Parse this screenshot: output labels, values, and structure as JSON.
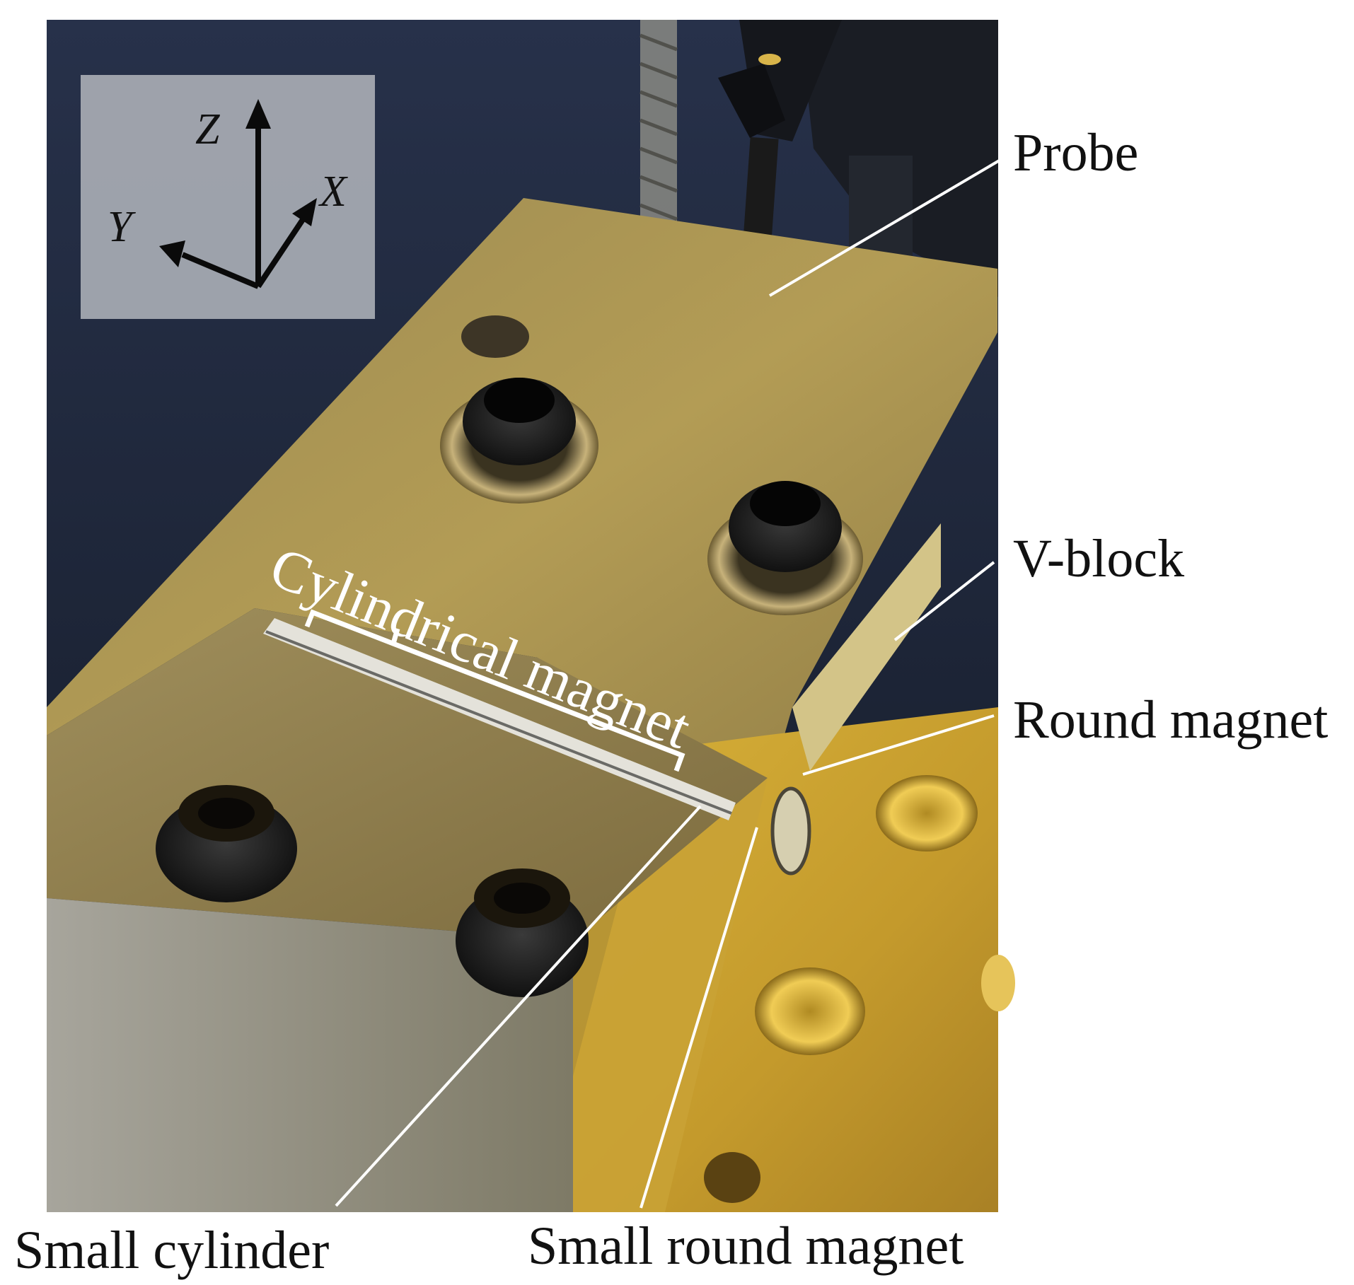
{
  "labels": {
    "probe": "Probe",
    "v_block": "V-block",
    "round_magnet": "Round magnet",
    "small_cylinder": "Small cylinder",
    "small_round_magnet": "Small round magnet",
    "cylindrical_magnet": "Cylindrical magnet"
  },
  "axes": {
    "z": "Z",
    "x": "X",
    "y": "Y"
  },
  "colors": {
    "brass": "#c9a640",
    "dark_background": "#1d2535",
    "label_line": "#ffffff"
  }
}
